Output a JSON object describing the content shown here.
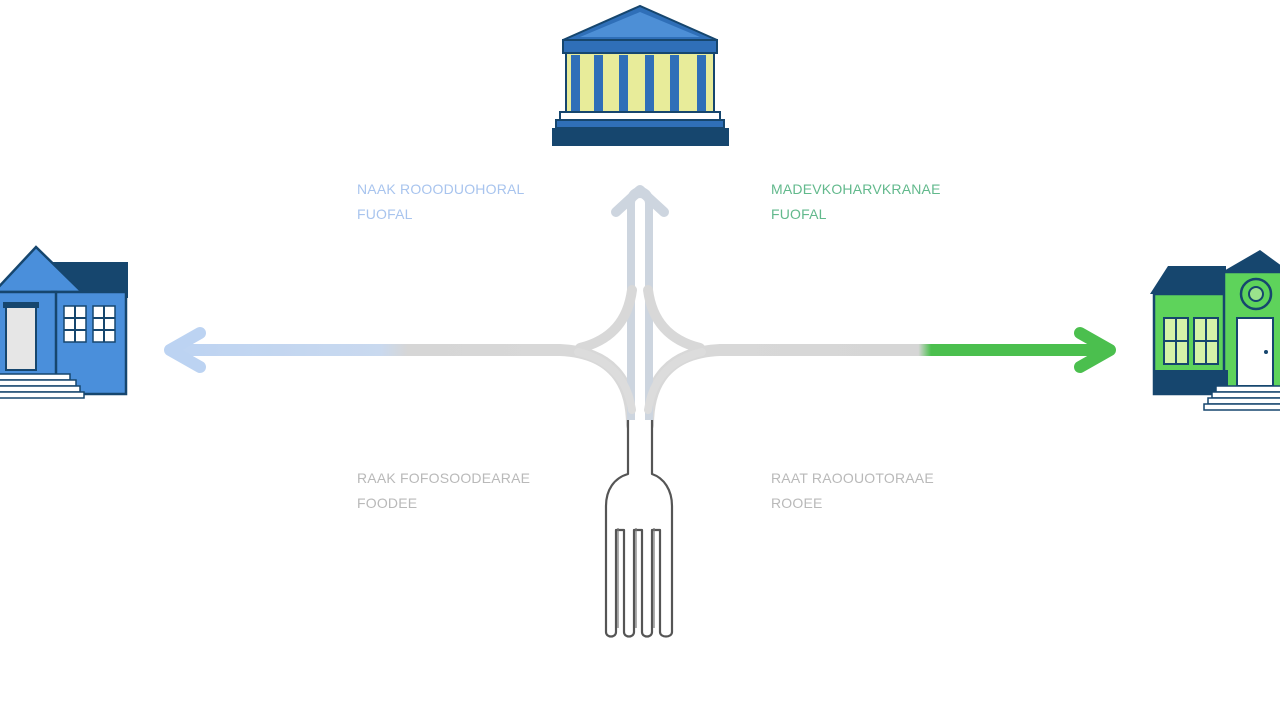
{
  "diagram": {
    "labels": {
      "top_left": {
        "line1": "NAAK ROOODUOHORAL",
        "line2": "FUOFAL",
        "color": "#a8c4ee"
      },
      "top_right": {
        "line1": "MADEVKOHARVKRANAE",
        "line2": "FUOFAL",
        "color": "#62b98c"
      },
      "bottom_left": {
        "line1": "RAAK FOFOSOODEARAE",
        "line2": "FOODEE",
        "color": "#b9b9b9"
      },
      "bottom_right": {
        "line1": "RAAT RAOOUOTORAAE",
        "line2": "ROOEE",
        "color": "#b9b9b9"
      }
    },
    "nodes": {
      "top": {
        "name": "government-building",
        "column_color": "#e8ec9a",
        "frame_color": "#2f6fb8",
        "base_color": "#16466e"
      },
      "left": {
        "name": "public-school",
        "wall_color": "#4a8fdb",
        "roof_color": "#16466e"
      },
      "right": {
        "name": "private-house",
        "wall_color": "#5ed35b",
        "roof_color": "#16466e"
      },
      "bottom": {
        "name": "fork"
      }
    },
    "colors": {
      "path_gray": "#d6d6d6",
      "arrow_left": "#bcd3f2",
      "arrow_up": "#d2d9e2",
      "arrow_right": "#4bbf4e",
      "fork_outline": "#555555"
    }
  }
}
